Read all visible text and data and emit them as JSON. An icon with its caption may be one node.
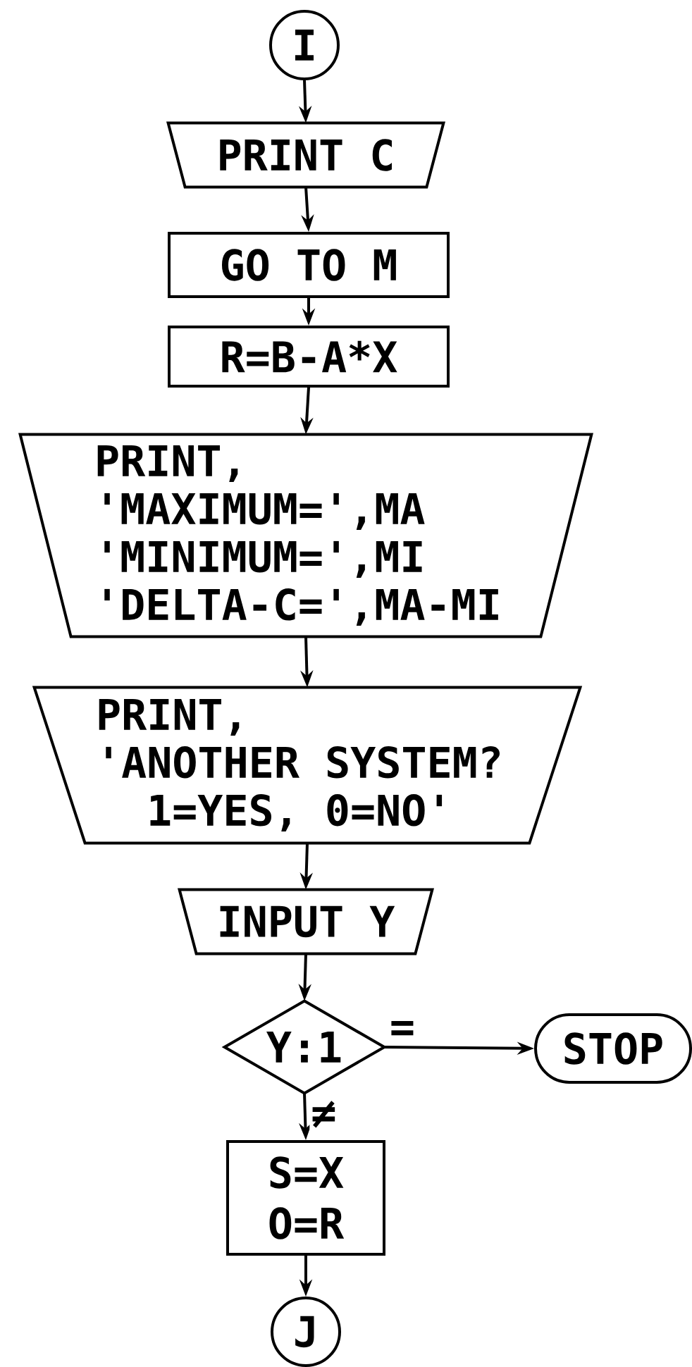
{
  "diagram": {
    "nodes": [
      {
        "text": [
          "I"
        ]
      },
      {
        "text": [
          "PRINT C"
        ]
      },
      {
        "text": [
          "GO TO M"
        ]
      },
      {
        "text": [
          "R=B-A*X"
        ]
      },
      {
        "text": [
          "PRINT, 'MAXIMUM=',MA 'MINIMUM=',MI 'DELTA-C=',MA-MI"
        ]
      },
      {
        "text": [
          "PRINT, 'ANOTHER SYSTEM? 1=YES, 0=NO'"
        ]
      },
      {
        "text": [
          "INPUT Y"
        ]
      },
      {
        "text": [
          "Y:1"
        ]
      },
      {
        "text": [
          "STOP"
        ]
      },
      {
        "text": [
          "S=X O=R"
        ]
      },
      {
        "text": [
          "J"
        ]
      }
    ],
    "edges": [
      {
        "from": 0,
        "to": 1,
        "arrow": "to"
      },
      {
        "from": 1,
        "to": 2,
        "arrow": "to"
      },
      {
        "from": 2,
        "to": 3,
        "arrow": "to"
      },
      {
        "from": 3,
        "to": 4,
        "arrow": "to"
      },
      {
        "from": 4,
        "to": 5,
        "arrow": "to"
      },
      {
        "from": 5,
        "to": 6,
        "arrow": "to"
      },
      {
        "from": 6,
        "to": 7,
        "arrow": "to"
      },
      {
        "from": 7,
        "to": 8,
        "arrow": "to",
        "label": "="
      },
      {
        "from": 7,
        "to": 9,
        "arrow": "to",
        "label": "≠"
      },
      {
        "from": 9,
        "to": 10,
        "arrow": "to"
      }
    ]
  }
}
